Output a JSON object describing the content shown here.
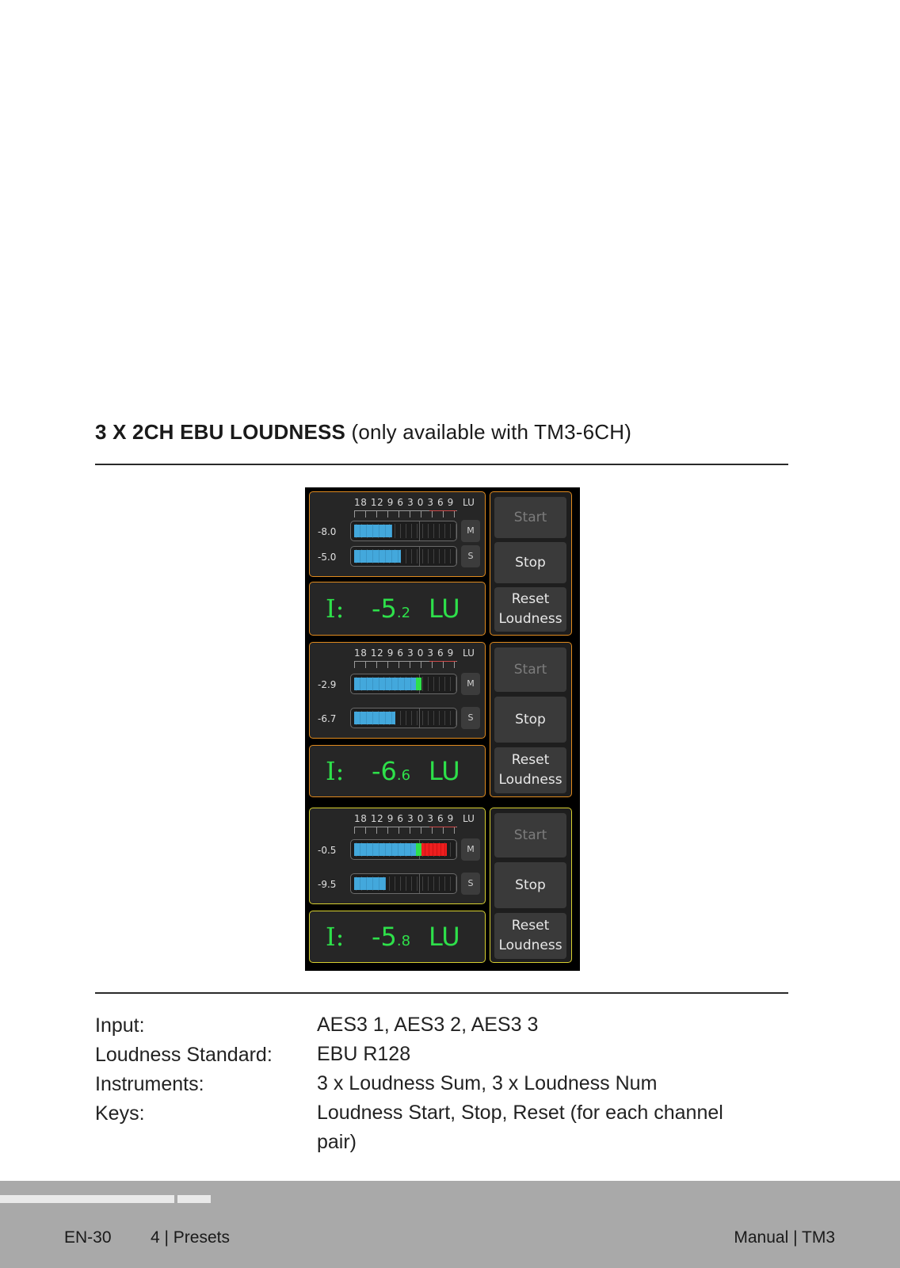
{
  "heading": {
    "bold": "3 X 2CH EBU LOUDNESS",
    "light": "(only available with TM3-6CH)"
  },
  "panel": {
    "scale_text": "18 12 9 6 3 0 3 6 9",
    "scale_unit": "LU",
    "m_label": "M",
    "s_label": "S",
    "i_label": "I:",
    "unit": "LU",
    "keys": {
      "start": "Start",
      "stop": "Stop",
      "reset": "Reset Loudness"
    },
    "groups": [
      {
        "border_color": "#e08a1e",
        "m_value": "-8.0",
        "s_value": "-5.0",
        "m_fill": 0.37,
        "s_fill": 0.45,
        "readout_int": "-5",
        "readout_dec": ".2"
      },
      {
        "border_color": "#e08a1e",
        "m_value": "-2.9",
        "s_value": "-6.7",
        "m_fill": 0.62,
        "s_fill": 0.4,
        "readout_int": "-6",
        "readout_dec": ".6"
      },
      {
        "border_color": "#d8d030",
        "m_value": "-0.5",
        "s_value": "-9.5",
        "m_fill": 0.9,
        "s_fill": 0.31,
        "readout_int": "-5",
        "readout_dec": ".8"
      }
    ]
  },
  "specs": {
    "input_label": "Input:",
    "input_value": "AES3 1, AES3 2, AES3 3",
    "standard_label": "Loudness Standard:",
    "standard_value": "EBU R128",
    "instruments_label": "Instruments:",
    "instruments_value": "3 x Loudness Sum, 3 x Loudness Num",
    "keys_label": "Keys:",
    "keys_value": "Loudness Start, Stop, Reset (for each channel pair)"
  },
  "footer": {
    "page": "EN-30",
    "section": "4 | Presets",
    "manual": "Manual | TM3"
  }
}
